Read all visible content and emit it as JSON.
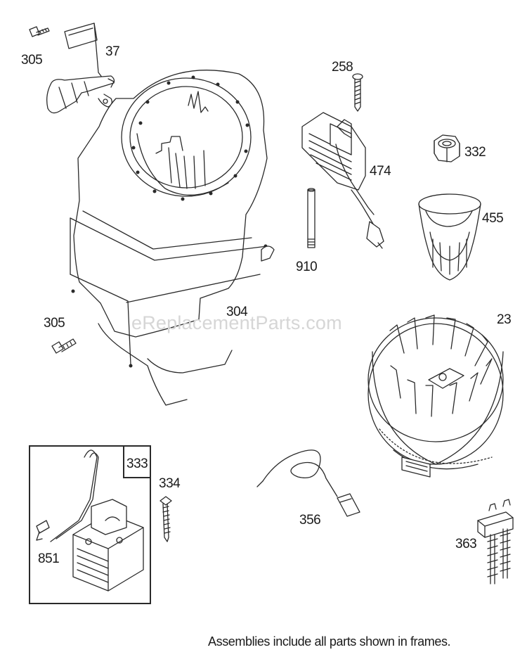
{
  "labels": {
    "p305a": "305",
    "p37": "37",
    "p258": "258",
    "p474": "474",
    "p332": "332",
    "p455": "455",
    "p910": "910",
    "p305b": "305",
    "p304": "304",
    "p23": "23",
    "p333": "333",
    "p334": "334",
    "p851": "851",
    "p356": "356",
    "p363": "363"
  },
  "watermark": "eReplacementParts.com",
  "footer": "Assemblies include all parts shown in frames."
}
